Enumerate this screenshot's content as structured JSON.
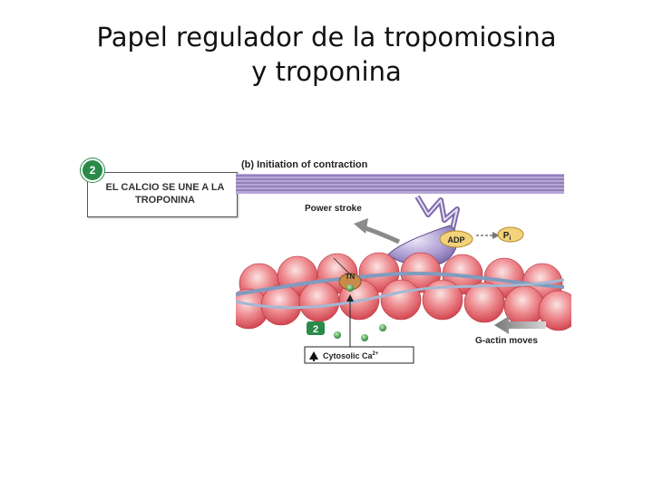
{
  "slide": {
    "title_line1": "Papel regulador de la tropomiosina",
    "title_line2": "y troponina"
  },
  "callout": {
    "step_number": "2",
    "text_line1": "EL CALCIO SE UNE A LA",
    "text_line2": "TROPONINA"
  },
  "figure": {
    "panel_title": "(b) Initiation of contraction",
    "power_stroke": "Power stroke",
    "adp": "ADP",
    "pi_main": "P",
    "pi_sub": "i",
    "tn": "TN",
    "step_number": "2",
    "g_actin": "G-actin moves",
    "cytosolic": "Cytosolic Ca",
    "cytosolic_sup": "2+",
    "colors": {
      "thick_filament": "#9a86c0",
      "actin": "#e2545c",
      "tropomyosin": "#8aa6c8",
      "calcium": "#2e9a45",
      "myosin_head": "#8f7eb5"
    }
  }
}
